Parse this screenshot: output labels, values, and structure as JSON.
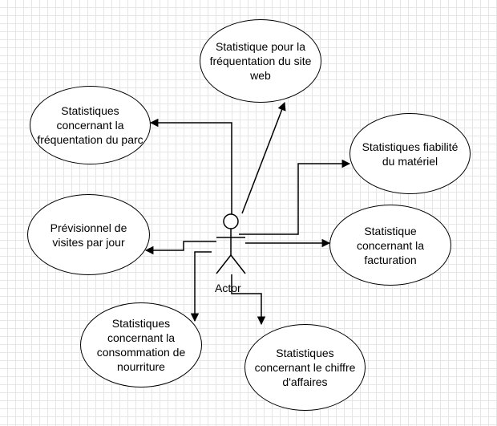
{
  "actor": {
    "label": "Actor"
  },
  "use_cases": [
    {
      "id": "uc1",
      "label": "Statistique pour la\nfréquentation du site\nweb"
    },
    {
      "id": "uc2",
      "label": "Statistiques\nconcernant la\nfréquentation du parc"
    },
    {
      "id": "uc3",
      "label": "Statistiques fiabilité\ndu matériel"
    },
    {
      "id": "uc4",
      "label": "Prévisionnel de\nvisites par jour"
    },
    {
      "id": "uc5",
      "label": "Statistique\nconcernant la\nfacturation"
    },
    {
      "id": "uc6",
      "label": "Statistiques\nconcernant la\nconsommation de\nnourriture"
    },
    {
      "id": "uc7",
      "label": "Statistiques\nconcernant le chiffre\nd'affaires"
    }
  ]
}
